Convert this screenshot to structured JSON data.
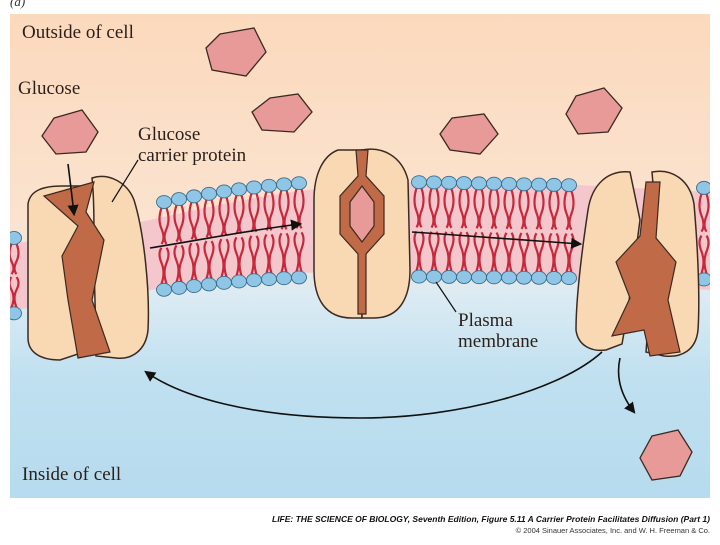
{
  "figure_tag": "(a)",
  "labels": {
    "outside": "Outside of cell",
    "inside": "Inside of cell",
    "glucose": "Glucose",
    "carrier": "Glucose\ncarrier protein",
    "membrane": "Plasma\nmembrane"
  },
  "credit": {
    "line1": "LIFE: THE SCIENCE OF BIOLOGY, Seventh Edition, Figure 5.11 A Carrier Protein Facilitates Diffusion (Part 1)",
    "line2": "© 2004 Sinauer Associates, Inc. and W. H. Freeman & Co."
  },
  "colors": {
    "outside_bg": "#fbd9bd",
    "inside_bg": "#b9dcef",
    "membrane_red": "#c8283b",
    "head_blue": "#8fc6e6",
    "protein_fill": "#f9d9b4",
    "channel_brown": "#c06a47",
    "glucose_pink": "#e79a98"
  }
}
